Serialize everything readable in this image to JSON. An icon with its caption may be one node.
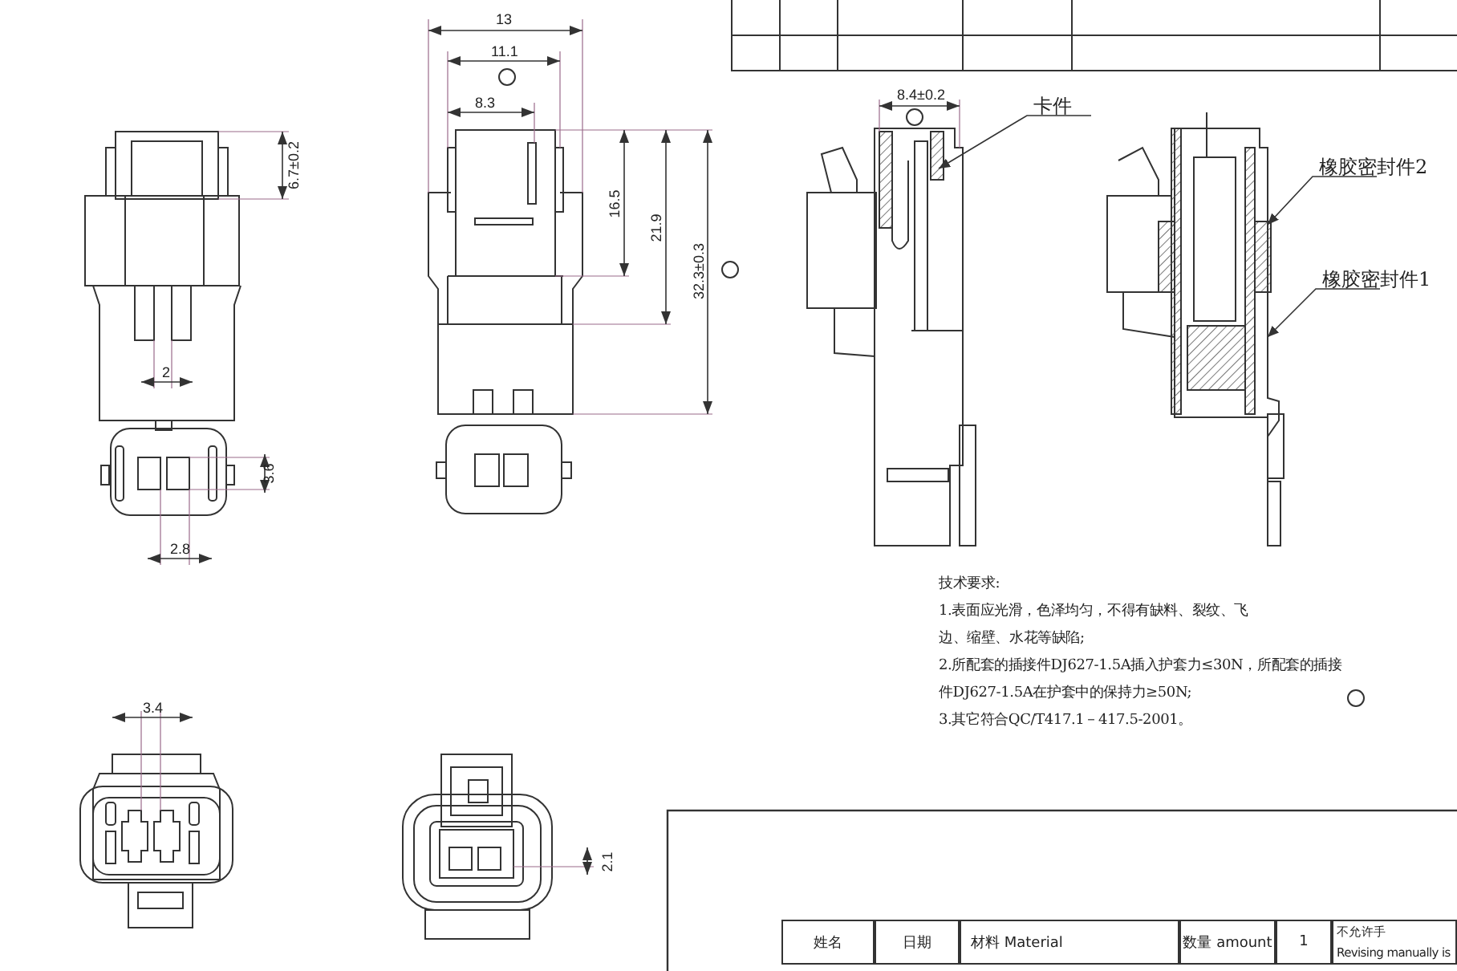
{
  "diagram": {
    "nodes": [
      {
        "text": [
          "卡件"
        ]
      },
      {
        "text": [
          "橡胶密封件2"
        ]
      },
      {
        "text": [
          "橡胶密封件1"
        ]
      }
    ],
    "edges": [
      {
        "from": 0,
        "to": null,
        "arrow": "to"
      },
      {
        "from": 1,
        "to": null,
        "arrow": "to"
      },
      {
        "from": 2,
        "to": null,
        "arrow": "to"
      }
    ],
    "labels": [
      "13",
      "11.1",
      "8.3",
      "6.7±0.2",
      "16.5",
      "21.9",
      "32.3±0.3",
      "8.4±0.2",
      "2",
      "3.6",
      "2.8",
      "技术要求:",
      "1.表面应光滑，色泽均匀，不得有缺料、裂纹、飞边、缩壁、水花等缺陷;",
      "2.所配套的插接件DJ627-1.5A插入护套力≤30N，所配套的插接件DJ627-1.5A在护套中的保持力≥50N;",
      "3.其它符合QC/T417.1－417.5-2001。",
      "3.4",
      "2.1",
      "姓名",
      "日期",
      "材料 Material",
      "数量 amount",
      "1",
      "不允许手",
      "Revising manually is"
    ]
  }
}
